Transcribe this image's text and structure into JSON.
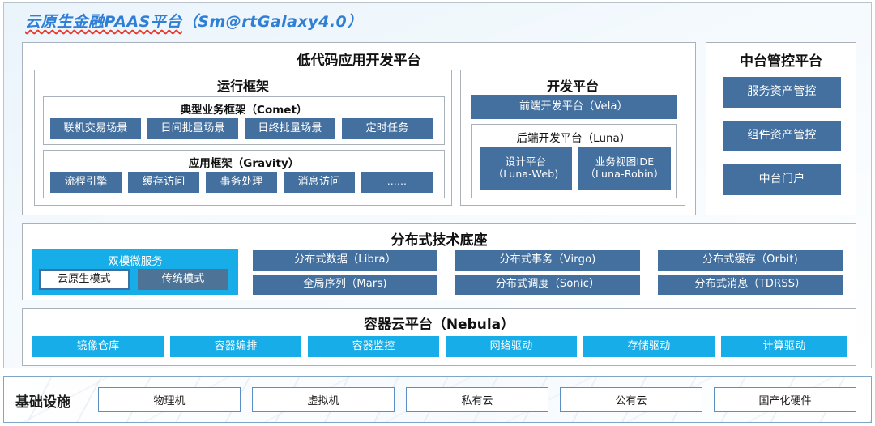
{
  "title": {
    "text": "云原生金融PAAS平台（Sm@rtGalaxy4.0）",
    "wavy_part": "云原生金融PAAS平台",
    "plain_part": "（Sm@rtGalaxy4.0）",
    "color": "#2f7fd6",
    "underline_color": "#e8392c"
  },
  "colors": {
    "chip_blue": "#44709f",
    "chip_cyan": "#16ade8",
    "chip_steel": "#4d7396",
    "panel_border": "#a9b2bb",
    "card_bg": "#eaf4fb",
    "infra_border": "#7ea6c8"
  },
  "lowcode": {
    "heading": "低代码应用开发平台",
    "runtime": {
      "heading": "运行框架",
      "comet": {
        "heading": "典型业务框架（Comet）",
        "items": [
          "联机交易场景",
          "日间批量场景",
          "日终批量场景",
          "定时任务"
        ]
      },
      "gravity": {
        "heading": "应用框架（Gravity）",
        "items": [
          "流程引擎",
          "缓存访问",
          "事务处理",
          "消息访问",
          "……"
        ]
      }
    },
    "devplatform": {
      "heading": "开发平台",
      "frontend": "前端开发平台（Vela）",
      "backend": {
        "heading": "后端开发平台（Luna）",
        "items": [
          {
            "line1": "设计平台",
            "line2": "（Luna-Web)"
          },
          {
            "line1": "业务视图IDE",
            "line2": "（Luna-Robin）"
          }
        ]
      }
    }
  },
  "midctrl": {
    "heading": "中台管控平台",
    "items": [
      "服务资产管控",
      "组件资产管控",
      "中台门户"
    ]
  },
  "distbase": {
    "heading": "分布式技术底座",
    "dualmode": {
      "title": "双模微服务",
      "items": [
        "云原生模式",
        "传统模式"
      ]
    },
    "columns": [
      [
        "分布式数据（Libra）",
        "全局序列（Mars)"
      ],
      [
        "分布式事务（Virgo)",
        "分布式调度（Sonic）"
      ],
      [
        "分布式缓存（Orbit)",
        "分布式消息（TDRSS）"
      ]
    ]
  },
  "container": {
    "heading": "容器云平台（Nebula）",
    "items": [
      "镜像仓库",
      "容器编排",
      "容器监控",
      "网络驱动",
      "存储驱动",
      "计算驱动"
    ]
  },
  "infra": {
    "label": "基础设施",
    "items": [
      "物理机",
      "虚拟机",
      "私有云",
      "公有云",
      "国产化硬件"
    ]
  }
}
